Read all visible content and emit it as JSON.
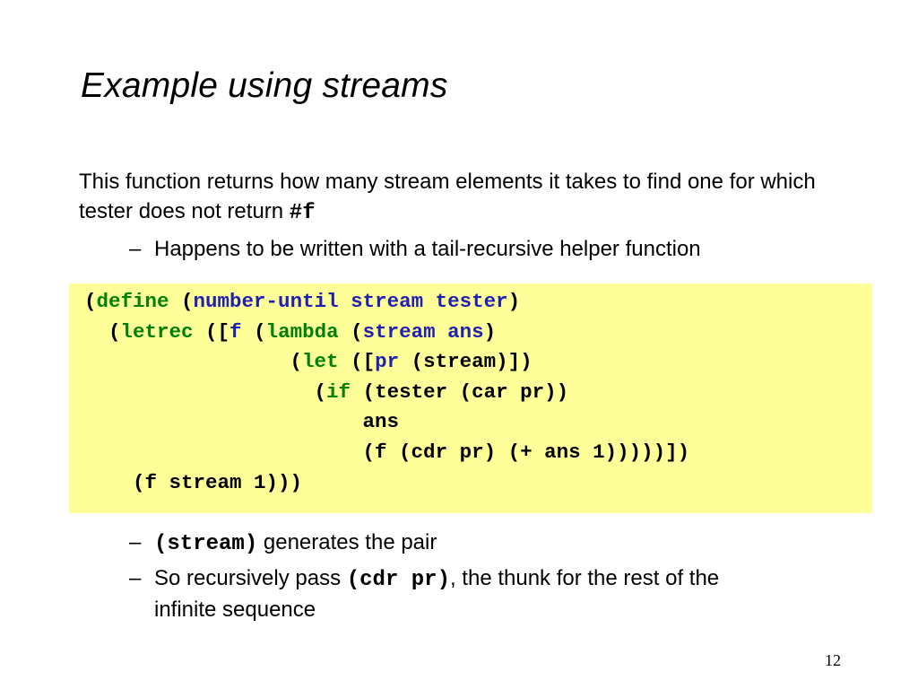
{
  "slide": {
    "title": "Example using streams",
    "intro_text": "This function returns how many stream elements it takes to find one for which tester does not return ",
    "intro_code": "#f",
    "bullet1_dash": "–",
    "bullet1_text": "Happens to be written with a tail-recursive helper function",
    "code_lines": [
      "(define (number-until stream tester)",
      "  (letrec ([f (lambda (stream ans)",
      "                 (let ([pr (stream)])",
      "                   (if (tester (car pr))",
      "                       ans",
      "                       (f (cdr pr) (+ ans 1)))))])",
      "    (f stream 1)))"
    ],
    "bullet2_dash": "–",
    "bullet2_code": "(stream)",
    "bullet2_text": " generates the pair",
    "bullet3_dash": "–",
    "bullet3_text_before": "So recursively pass ",
    "bullet3_code": "(cdr pr)",
    "bullet3_text_after": ", the thunk for the rest of the",
    "bullet3_text_line2": "infinite sequence",
    "page_number": "12",
    "colors": {
      "code_background": "#ffff99",
      "keyword": "#008000",
      "identifier": "#1f1fb0"
    }
  }
}
